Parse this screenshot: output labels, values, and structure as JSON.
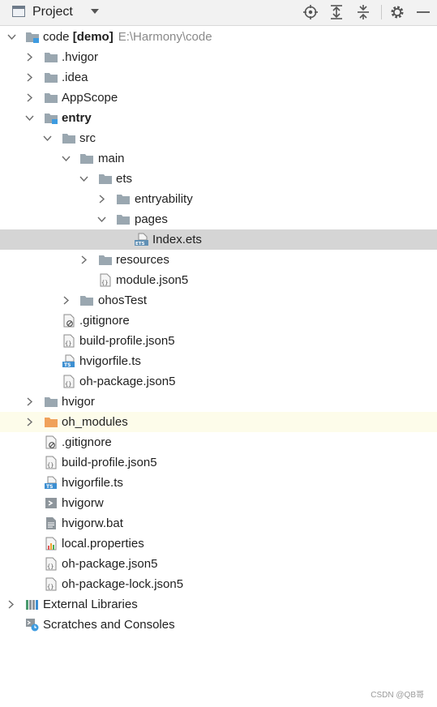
{
  "toolbar": {
    "title": "Project",
    "icons": [
      "panel-icon",
      "chevron-down-icon",
      "locate-icon",
      "expand-all-icon",
      "collapse-all-icon",
      "gear-icon",
      "minimize-icon"
    ]
  },
  "tree": {
    "root": {
      "name": "code",
      "module_tag": "[demo]",
      "path": "E:\\Harmony\\code"
    },
    "hvigor_dot": ".hvigor",
    "idea": ".idea",
    "appscope": "AppScope",
    "entry": "entry",
    "src": "src",
    "main": "main",
    "ets": "ets",
    "entryability": "entryability",
    "pages": "pages",
    "index_ets": "Index.ets",
    "resources": "resources",
    "module_json5": "module.json5",
    "ohostest": "ohosTest",
    "entry_gitignore": ".gitignore",
    "entry_build_profile": "build-profile.json5",
    "entry_hvigorfile": "hvigorfile.ts",
    "entry_oh_package": "oh-package.json5",
    "hvigor": "hvigor",
    "oh_modules": "oh_modules",
    "gitignore": ".gitignore",
    "build_profile": "build-profile.json5",
    "hvigorfile": "hvigorfile.ts",
    "hvigorw": "hvigorw",
    "hvigorw_bat": "hvigorw.bat",
    "local_properties": "local.properties",
    "oh_package": "oh-package.json5",
    "oh_package_lock": "oh-package-lock.json5",
    "external_libraries": "External Libraries",
    "scratches": "Scratches and Consoles"
  },
  "colors": {
    "selected_row": "#d5d5d5",
    "highlight_row": "#fdfcea",
    "folder": "#9aa7b0",
    "folder_excluded": "#f0a15a",
    "ts_badge": "#3d8fd1"
  },
  "watermark": "CSDN @QB哥"
}
